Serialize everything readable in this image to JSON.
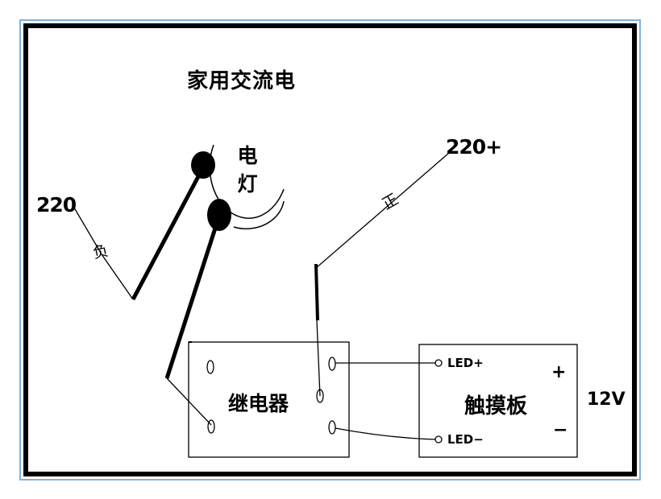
{
  "title": "家用交流电",
  "lamp": {
    "label": "电\n灯"
  },
  "mains": {
    "left_label": "220",
    "right_label": "220+",
    "negative_label": "负",
    "positive_label": "正"
  },
  "relay": {
    "label": "继电器"
  },
  "touch_panel": {
    "label": "触摸板",
    "led_plus": "LED+",
    "led_minus": "LED−",
    "plus_sign": "+",
    "minus_sign": "−",
    "voltage": "12V"
  }
}
